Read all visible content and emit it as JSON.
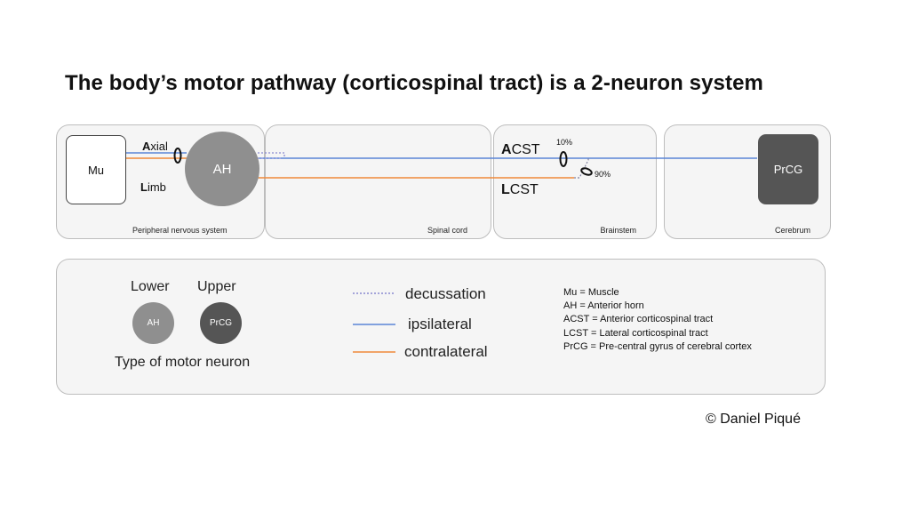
{
  "title": "The body’s motor pathway (corticospinal tract) is a 2-neuron system",
  "panels": {
    "peripheral": "Peripheral nervous system",
    "spinal": "Spinal cord",
    "brainstem": "Brainstem",
    "cerebrum": "Cerebrum"
  },
  "nodes": {
    "muscle": "Mu",
    "anterior_horn": "AH",
    "prcg": "PrCG"
  },
  "tracts": {
    "axial_first": "A",
    "axial_rest": "xial",
    "limb_first": "L",
    "limb_rest": "imb",
    "acst_first": "A",
    "acst_rest": "CST",
    "lcst_first": "L",
    "lcst_rest": "CST",
    "pct_10": "10%",
    "pct_90": "90%"
  },
  "legend": {
    "lower": "Lower",
    "upper": "Upper",
    "lower_neuron": "AH",
    "upper_neuron": "PrCG",
    "neuron_type": "Type of motor neuron",
    "decussation": "decussation",
    "ipsilateral": "ipsilateral",
    "contralateral": "contralateral"
  },
  "abbreviations": [
    "Mu = Muscle",
    "AH = Anterior horn",
    "ACST = Anterior corticospinal tract",
    "LCST = Lateral corticospinal tract",
    "PrCG = Pre-central gyrus of cerebral cortex"
  ],
  "credit": "© Daniel Piqué",
  "colors": {
    "ipsilateral": "#5b85d6",
    "contralateral": "#f08a3a",
    "lower_neuron": "#8f8f8f",
    "upper_neuron": "#555555",
    "panel_bg": "#f5f5f5"
  }
}
